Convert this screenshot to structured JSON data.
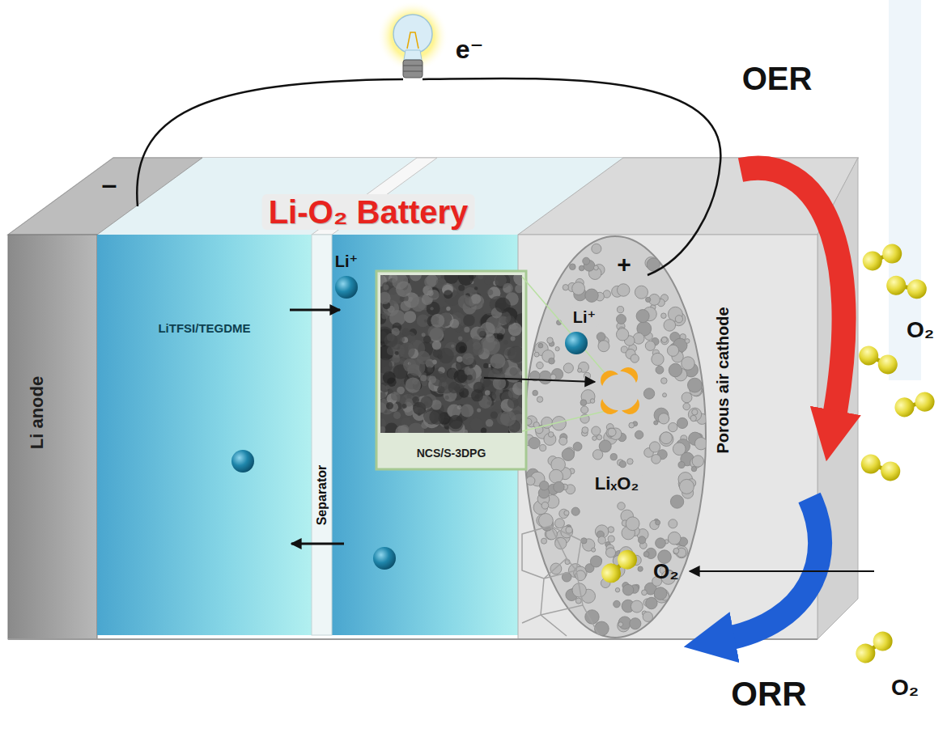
{
  "diagram": {
    "title": "Li-O₂ Battery",
    "nodes": [
      {
        "text": [
          "Li anode"
        ]
      },
      {
        "text": [
          "LiTFSI/TEGDME"
        ]
      },
      {
        "text": [
          "Separator"
        ]
      },
      {
        "text": [
          "NCS/S-3DPG"
        ]
      },
      {
        "text": [
          "Porous air cathode"
        ]
      }
    ],
    "labels": [
      "e⁻",
      "–",
      "+",
      "Li⁺",
      "Li⁺",
      "LiₓO₂",
      "OER",
      "O₂",
      "O₂",
      "O₂",
      "ORR"
    ]
  }
}
